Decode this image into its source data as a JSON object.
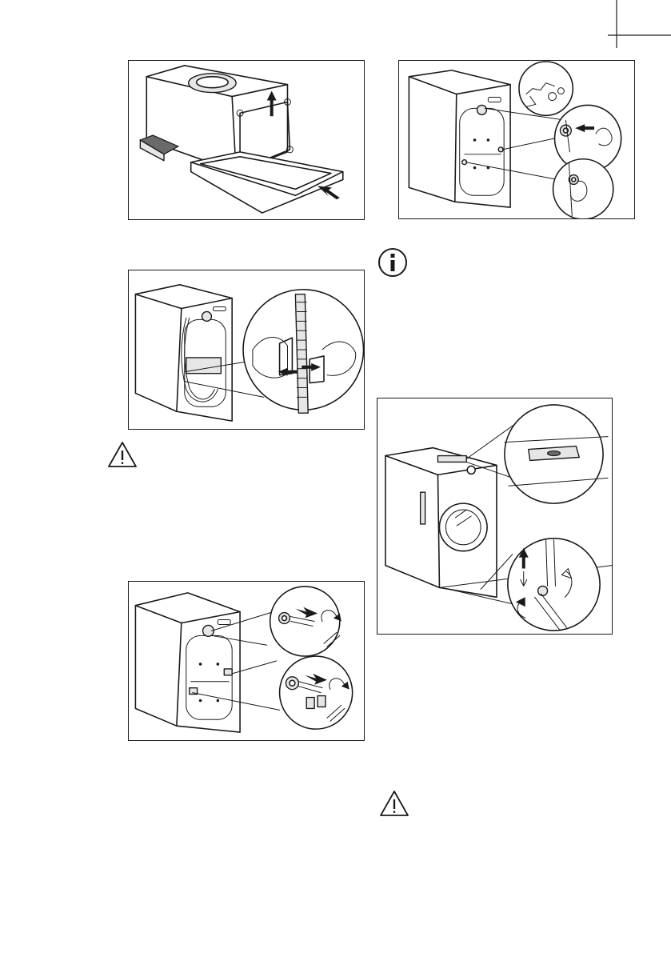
{
  "page": {
    "figures": [
      {
        "id": "remove-packaging-base",
        "icon": "remove-packaging-illustration"
      },
      {
        "id": "remove-rear-bolts",
        "icon": "rear-bolts-removal-illustration"
      },
      {
        "id": "release-hose-clamp",
        "icon": "hose-clamp-illustration"
      },
      {
        "id": "remove-transit-bolts",
        "icon": "transit-bolts-illustration"
      },
      {
        "id": "level-appliance",
        "icon": "leveling-illustration"
      }
    ],
    "notices": [
      {
        "type": "warning",
        "icon": "warning-triangle-icon"
      },
      {
        "type": "information",
        "icon": "info-icon"
      },
      {
        "type": "warning",
        "icon": "warning-triangle-icon"
      }
    ]
  }
}
